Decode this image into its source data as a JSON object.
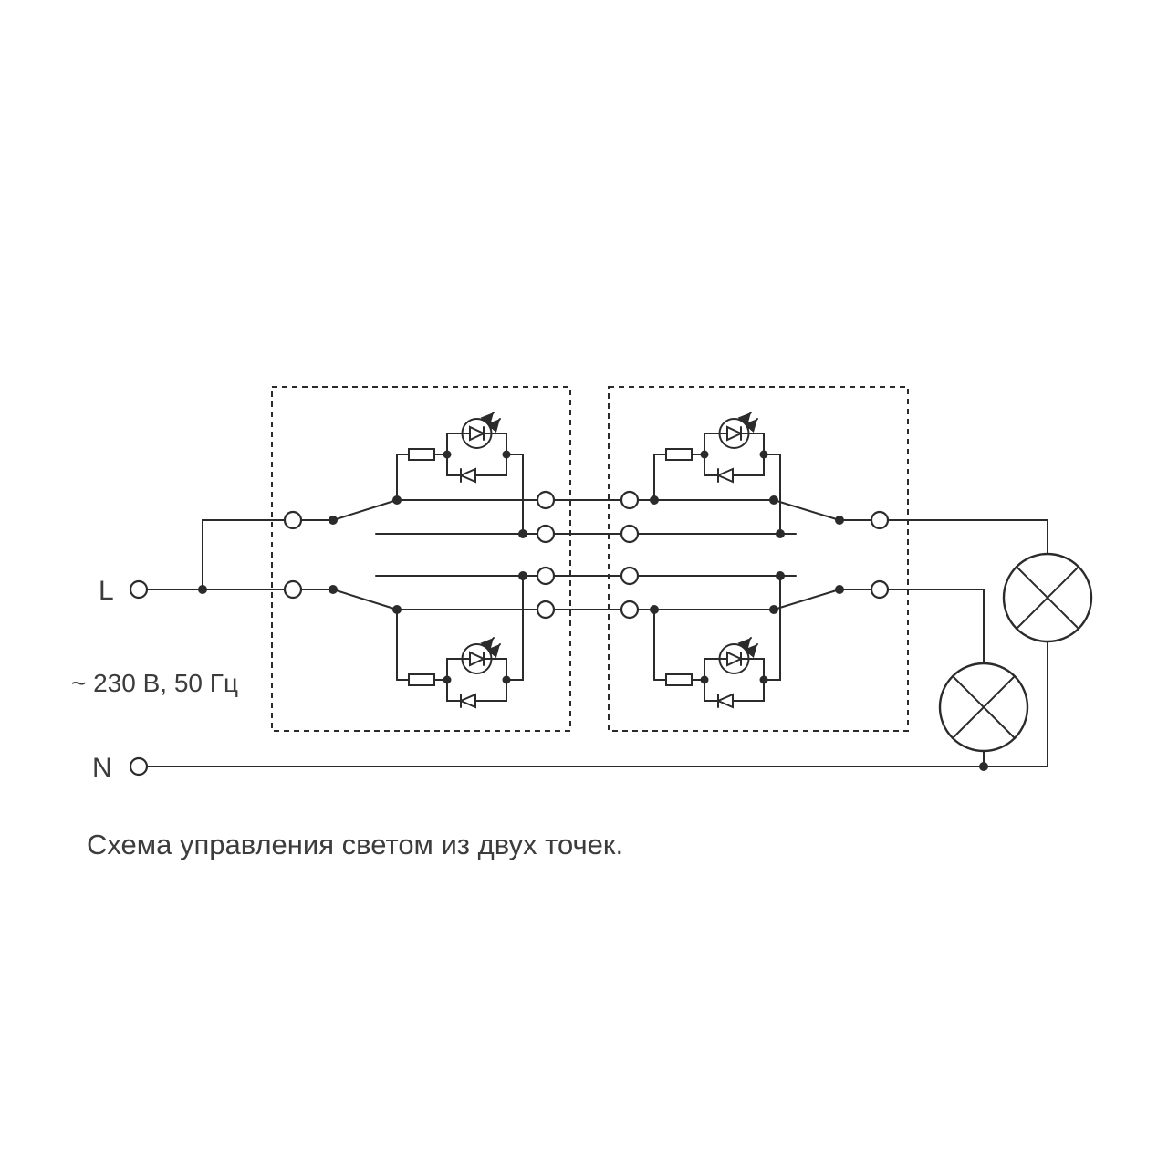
{
  "diagram": {
    "labels": {
      "phase": "L",
      "neutral": "N",
      "voltage": "~ 230 В, 50 Гц",
      "caption": "Схема управления светом из двух точек."
    },
    "colors": {
      "line": "#2b2b2b",
      "text": "#3c3c3c",
      "background": "#ffffff"
    },
    "components": {
      "switch_enclosures": 2,
      "gangs_per_switch": 2,
      "lamps": 2,
      "led_indicators": 4
    },
    "icons": {
      "lamp-icon": "circle with diagonal cross",
      "led-icon": "circle containing diode with two emission arrows",
      "diode-icon": "triangle with bar",
      "resistor-icon": "small rectangle",
      "terminal-icon": "small open circle",
      "junction-icon": "small filled dot"
    }
  }
}
